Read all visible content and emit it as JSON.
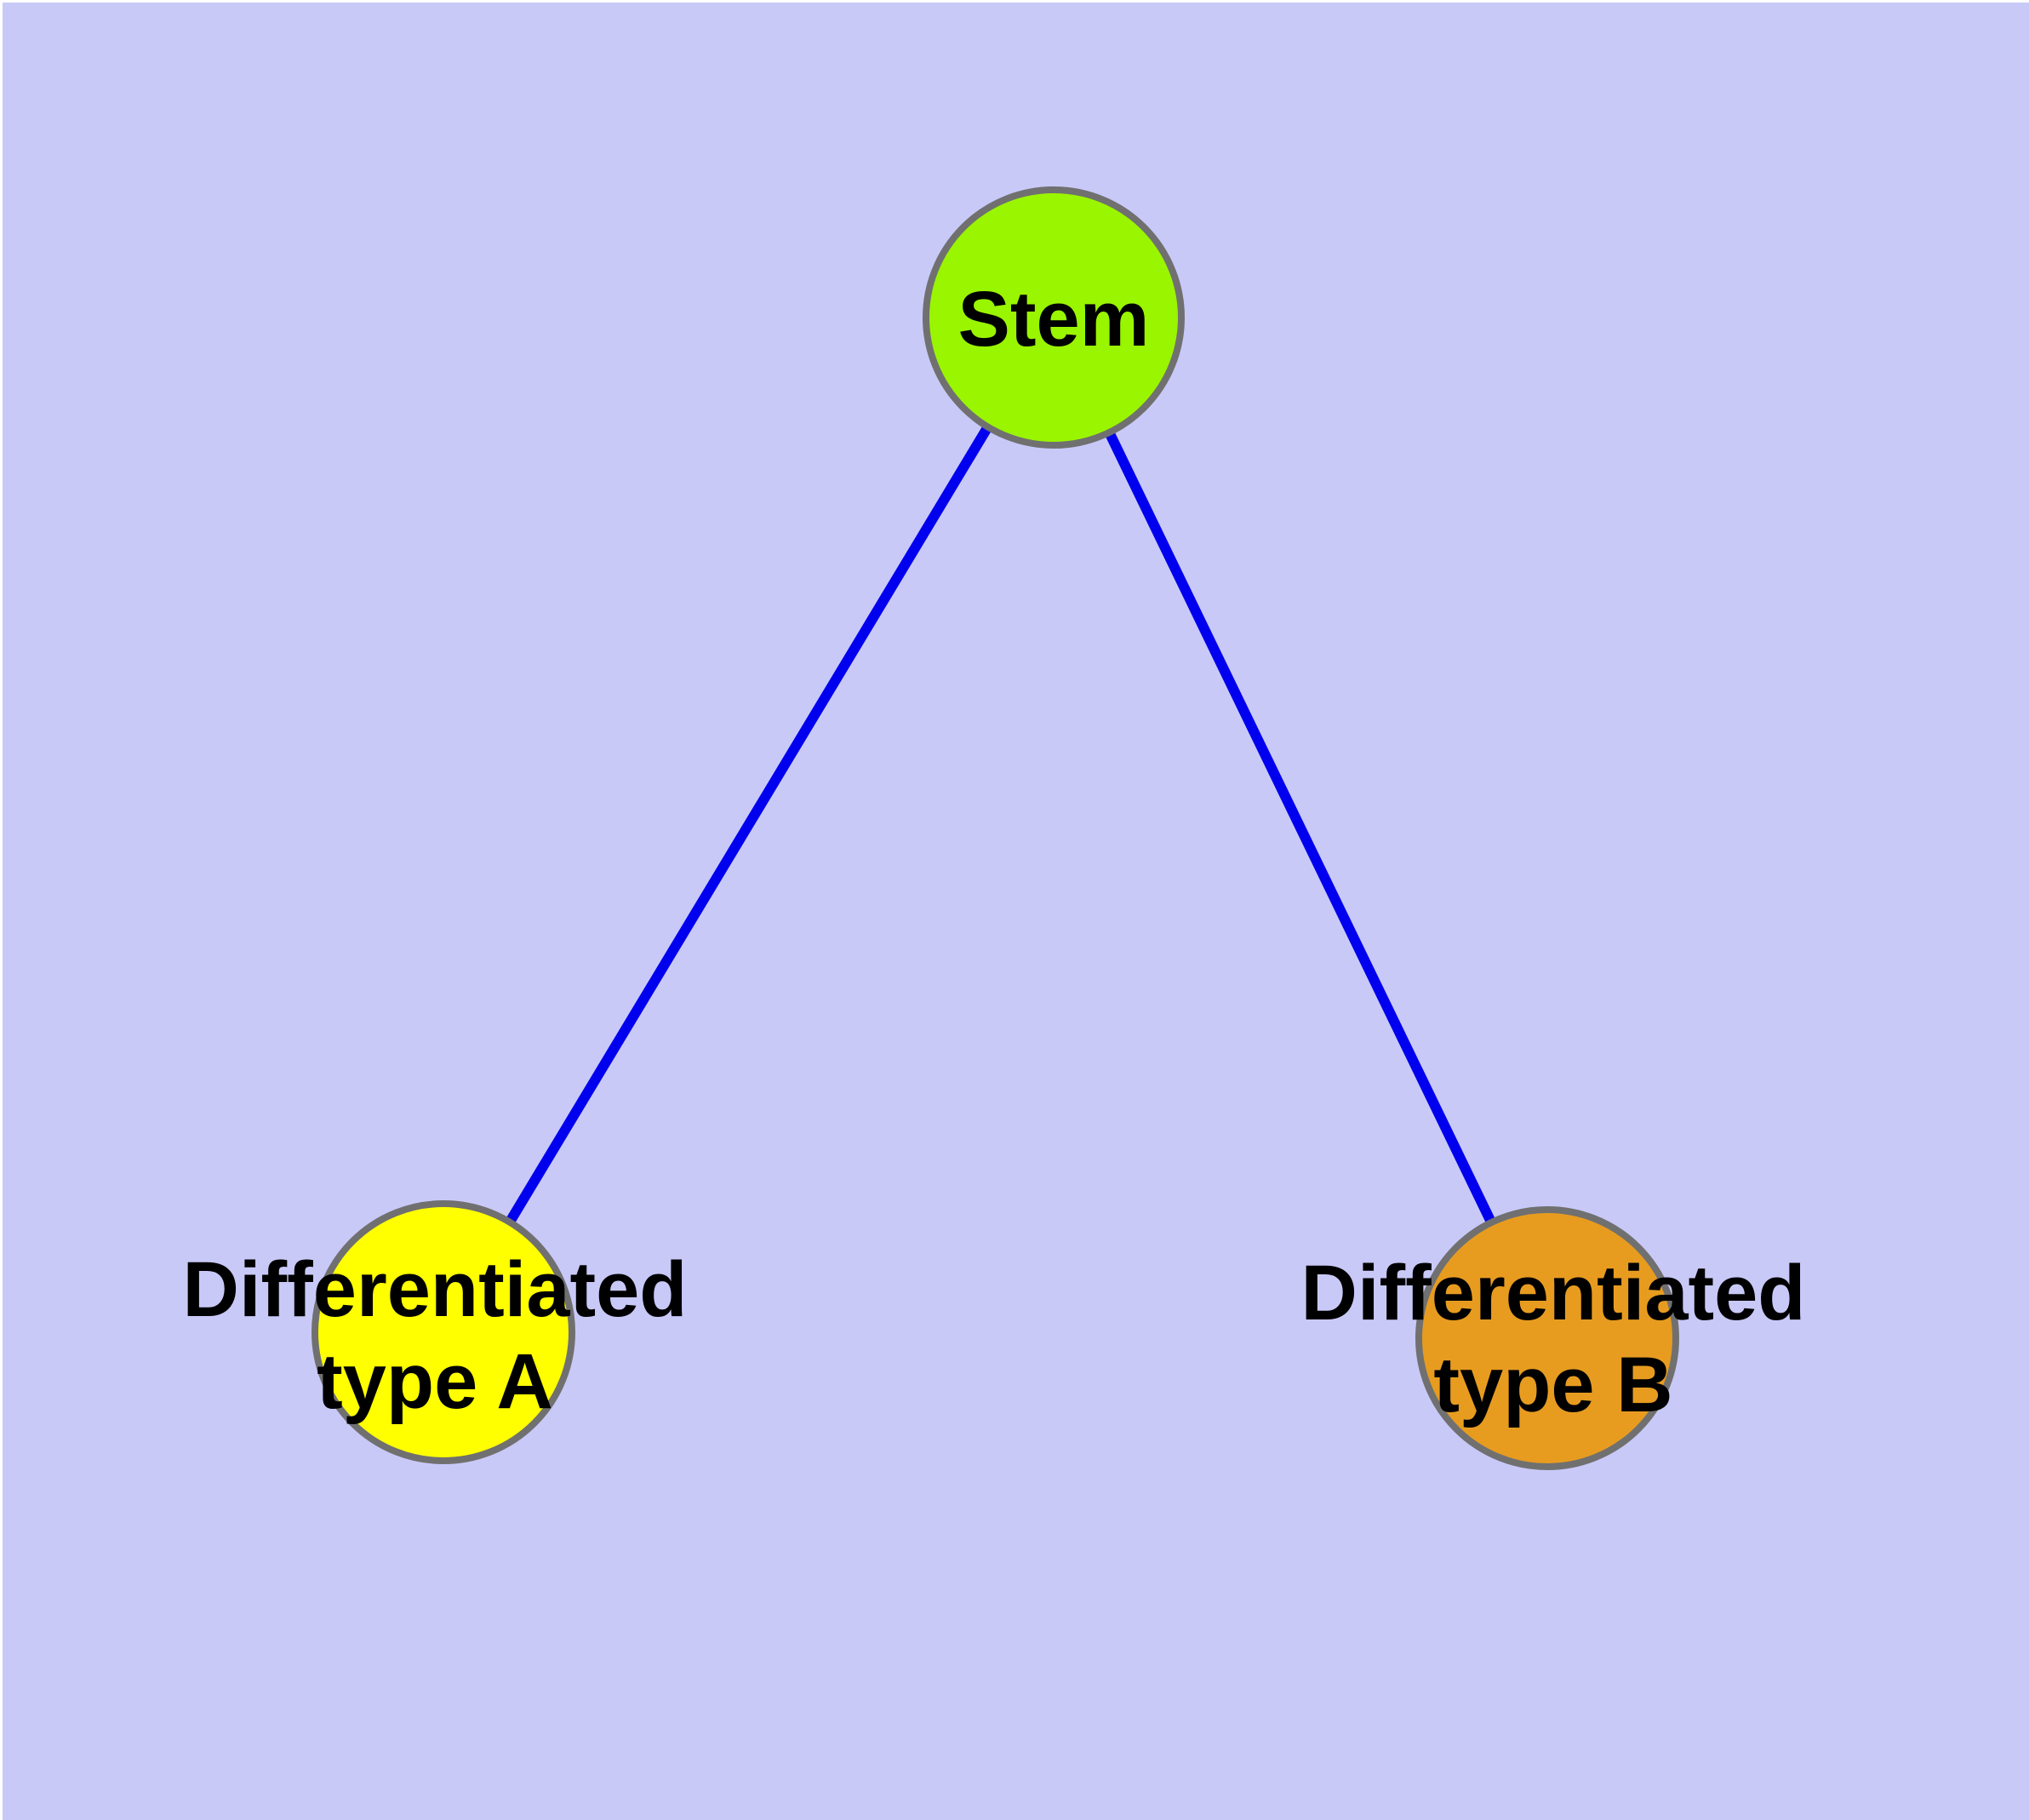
{
  "diagram": {
    "background_color": "#c9c9f8",
    "text_color": "#000000",
    "nodes": [
      {
        "id": "stem",
        "label": "Stem",
        "fill": "#9af500",
        "border_color": "#707070"
      },
      {
        "id": "differentiated-type-a",
        "label": "Differentiated\ntype A",
        "fill": "#ffff00",
        "border_color": "#707070"
      },
      {
        "id": "differentiated-type-b",
        "label": "Differentiated\ntype B",
        "fill": "#e79c20",
        "border_color": "#707070"
      }
    ],
    "edges": [
      {
        "from": "stem",
        "to": "differentiated-type-a",
        "color": "#0000ee"
      },
      {
        "from": "stem",
        "to": "differentiated-type-b",
        "color": "#0000ee"
      }
    ]
  }
}
